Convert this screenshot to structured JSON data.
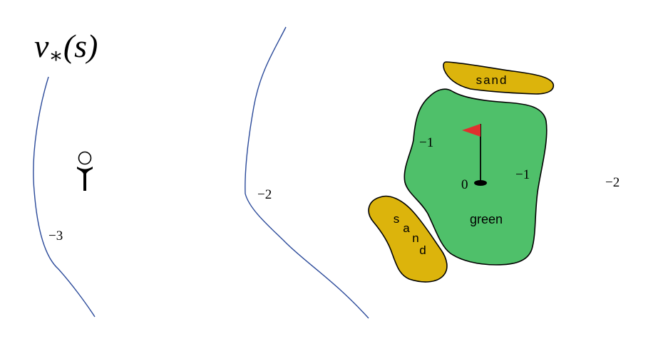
{
  "title": {
    "main": "v",
    "subscript": "∗",
    "argument": "(s)"
  },
  "contour_labels": {
    "minus_three": "−3",
    "minus_two_contour": "−2",
    "minus_one_left": "−1",
    "minus_one_right": "−1",
    "zero_hole": "0",
    "minus_two_right": "−2"
  },
  "regions": {
    "green_label": "green",
    "sand_top_label": "sand",
    "sand_bottom_letters": [
      "s",
      "a",
      "n",
      "d"
    ]
  },
  "colors": {
    "contour_line": "#2b4a9a",
    "green": "#4fc06a",
    "sand": "#dcb40c",
    "flag": "#e0302e",
    "outline": "#000000"
  },
  "icons": {
    "tee": "golf-tee-icon",
    "flag": "flag-icon",
    "hole": "hole-icon"
  }
}
